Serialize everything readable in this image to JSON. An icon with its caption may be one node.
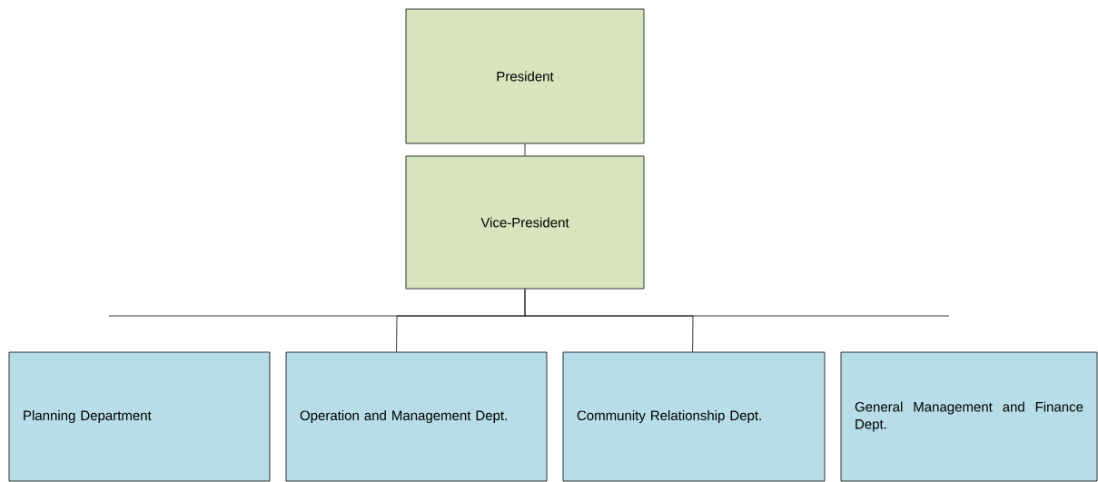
{
  "diagram": {
    "nodes": [
      {
        "text": [
          "President"
        ]
      },
      {
        "text": [
          "Vice-President"
        ]
      },
      {
        "text": [
          "Planning Department"
        ]
      },
      {
        "text": [
          "Operation and Management Dept."
        ]
      },
      {
        "text": [
          "Community Relationship Dept."
        ]
      },
      {
        "text": [
          "General Management and Finance Dept."
        ]
      }
    ],
    "edges": [
      {
        "from": 0,
        "to": 1,
        "arrow": "none"
      },
      {
        "from": 1,
        "to": 3,
        "arrow": "none"
      },
      {
        "from": 1,
        "to": 4,
        "arrow": "none"
      }
    ]
  }
}
